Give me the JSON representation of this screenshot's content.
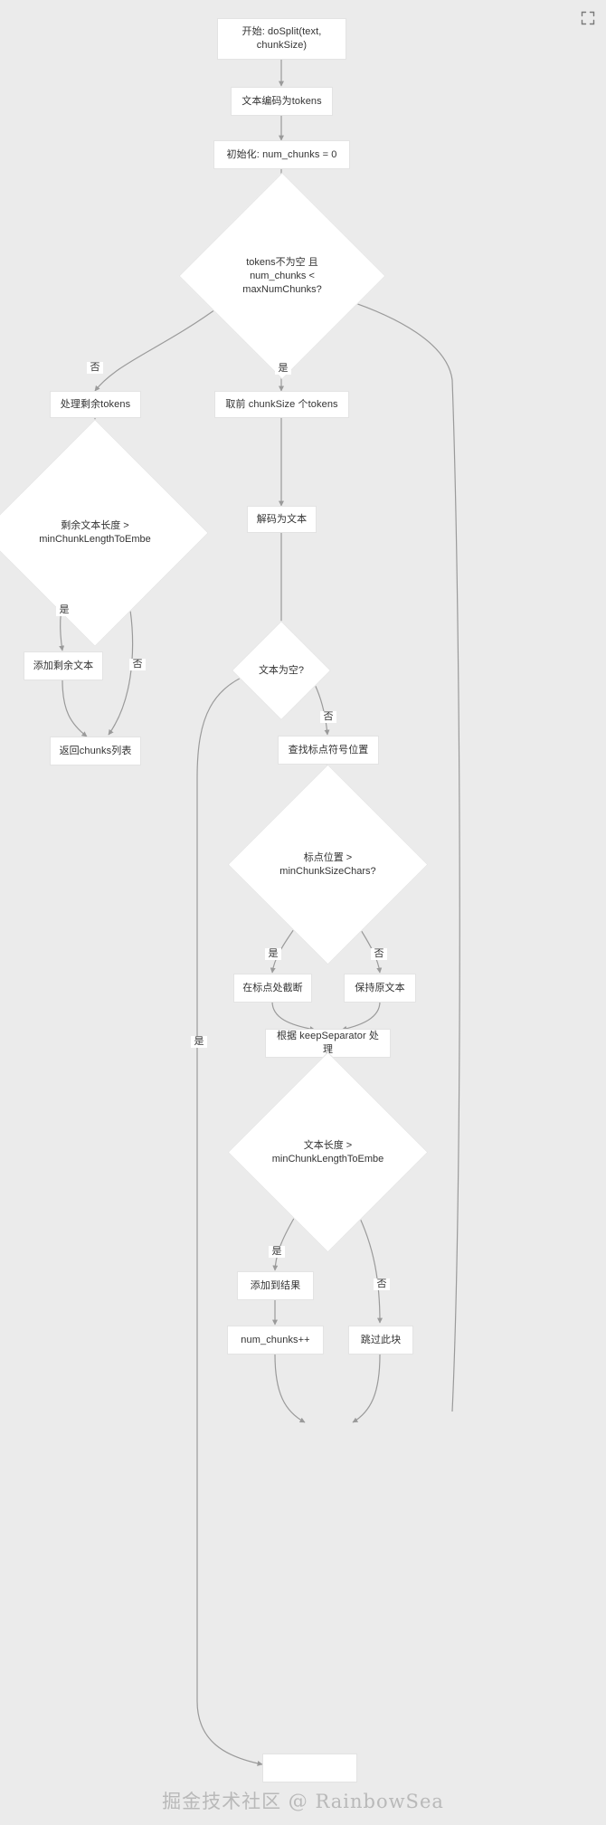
{
  "diagram": {
    "title_icon": "expand-fullscreen-icon",
    "watermark": "掘金技术社区 @ RainbowSea",
    "background_color": "#ebebeb",
    "node_fill": "#ffffff",
    "edge_color": "#999999",
    "text_color": "#333333",
    "nodes": [
      {
        "id": "start",
        "type": "process",
        "label": "开始: doSplit(text,\nchunkSize)"
      },
      {
        "id": "encode",
        "type": "process",
        "label": "文本编码为tokens"
      },
      {
        "id": "init",
        "type": "process",
        "label": "初始化: num_chunks = 0"
      },
      {
        "id": "loopcheck",
        "type": "decision",
        "label": "tokens不为空 且\nnum_chunks <\nmaxNumChunks?"
      },
      {
        "id": "rest",
        "type": "process",
        "label": "处理剩余tokens"
      },
      {
        "id": "restlen",
        "type": "decision",
        "label": "剩余文本长度 >\nminChunkLengthToEmbe"
      },
      {
        "id": "addrest",
        "type": "process",
        "label": "添加剩余文本"
      },
      {
        "id": "returnchunks",
        "type": "process",
        "label": "返回chunks列表"
      },
      {
        "id": "takechunk",
        "type": "process",
        "label": "取前 chunkSize 个tokens"
      },
      {
        "id": "decode",
        "type": "process",
        "label": "解码为文本"
      },
      {
        "id": "isempty",
        "type": "decision",
        "label": "文本为空?"
      },
      {
        "id": "findpunct",
        "type": "process",
        "label": "查找标点符号位置"
      },
      {
        "id": "punctpos",
        "type": "decision",
        "label": "标点位置 >\nminChunkSizeChars?"
      },
      {
        "id": "cutpunct",
        "type": "process",
        "label": "在标点处截断"
      },
      {
        "id": "keeptext",
        "type": "process",
        "label": "保持原文本"
      },
      {
        "id": "keepsep",
        "type": "process",
        "label": "根据 keepSeparator 处理"
      },
      {
        "id": "textlen",
        "type": "decision",
        "label": "文本长度 >\nminChunkLengthToEmbe"
      },
      {
        "id": "addresult",
        "type": "process",
        "label": "添加到结果"
      },
      {
        "id": "numchunks",
        "type": "process",
        "label": "num_chunks++"
      },
      {
        "id": "skipchunk",
        "type": "process",
        "label": "跳过此块"
      },
      {
        "id": "loopback",
        "type": "process",
        "label": ""
      }
    ],
    "edge_labels": [
      {
        "id": "l-no-loop",
        "label": "否"
      },
      {
        "id": "l-yes-loop",
        "label": "是"
      },
      {
        "id": "l-yes-restlen",
        "label": "是"
      },
      {
        "id": "l-no-restlen",
        "label": "否"
      },
      {
        "id": "l-no-empty",
        "label": "否"
      },
      {
        "id": "l-yes-empty",
        "label": "是"
      },
      {
        "id": "l-yes-punct",
        "label": "是"
      },
      {
        "id": "l-no-punct",
        "label": "否"
      },
      {
        "id": "l-yes-textlen",
        "label": "是"
      },
      {
        "id": "l-no-textlen",
        "label": "否"
      }
    ]
  }
}
